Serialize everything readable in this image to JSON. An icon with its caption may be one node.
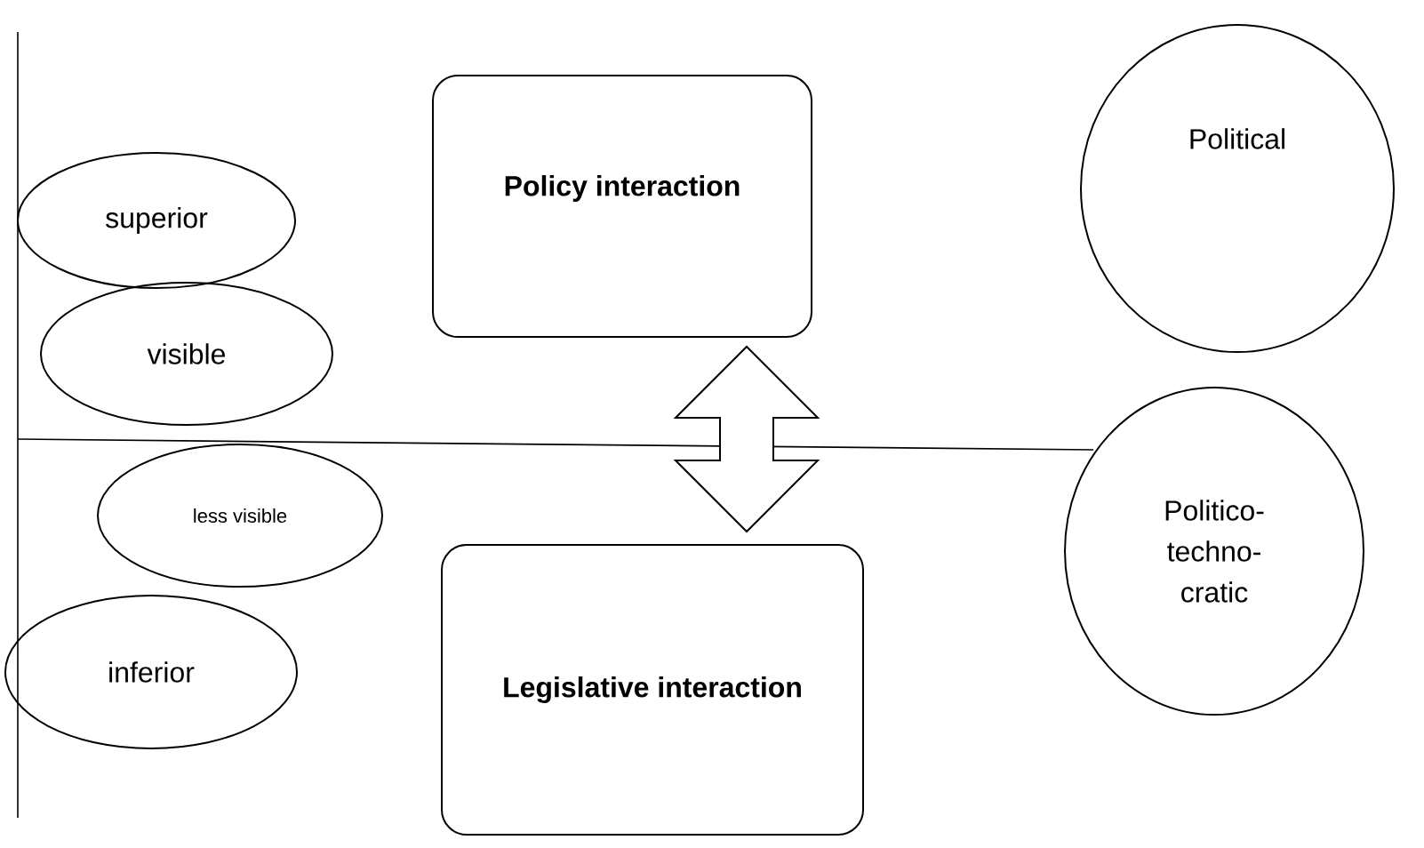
{
  "diagram": {
    "nodes": [
      {
        "text": [
          "superior"
        ]
      },
      {
        "text": [
          "Policy interaction"
        ]
      },
      {
        "text": [
          "Political"
        ]
      },
      {
        "text": [
          "visible"
        ]
      },
      {
        "text": [
          "less visible"
        ]
      },
      {
        "text": [
          "Politico- techno- cratic"
        ]
      },
      {
        "text": [
          "inferior"
        ]
      },
      {
        "text": [
          "Legislative interaction"
        ]
      }
    ],
    "edges": [
      {
        "from": 1,
        "to": 7,
        "arrow": "both"
      }
    ]
  }
}
